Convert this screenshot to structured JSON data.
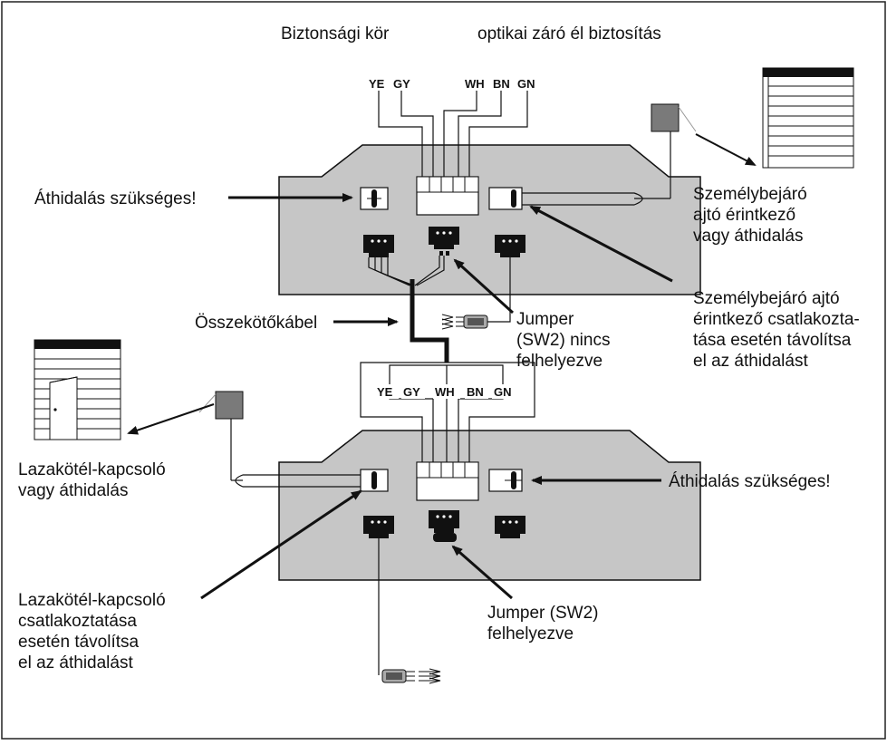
{
  "diagram": {
    "top_labels": {
      "safety_circuit": "Biztonsági kör",
      "optical_edge": "optikai záró él biztosítás"
    },
    "top_wire_codes": [
      "YE",
      "GY",
      "WH",
      "BN",
      "GN"
    ],
    "bottom_wire_codes": [
      "YE",
      "GY",
      "WH",
      "BN",
      "GN"
    ],
    "callouts": {
      "bridge_required_top": "Áthidalás szükséges!",
      "wicket_door": [
        "Személybejáró",
        "ajtó érintkező",
        "vagy áthidalás"
      ],
      "wicket_remove": [
        "Személybejáró ajtó",
        "érintkező csatlakozta-",
        "tása esetén távolítsa",
        "el az áthidalást"
      ],
      "connecting_cable": "Összekötőkábel",
      "jumper_not_fitted": [
        "Jumper",
        "(SW2) nincs",
        "felhelyezve"
      ],
      "slack_rope_switch": [
        "Lazakötél-kapcsoló",
        "vagy áthidalás"
      ],
      "bridge_required_bottom": "Áthidalás szükséges!",
      "slack_rope_remove": [
        "Lazakötél-kapcsoló",
        "csatlakoztatása",
        "esetén távolítsa",
        "el az áthidalást"
      ],
      "jumper_fitted": [
        "Jumper (SW2)",
        "felhelyezve"
      ]
    },
    "colors": {
      "board_fill": "#c6c6c6",
      "line": "#111111",
      "switch_box": "#7a7a7a"
    }
  }
}
